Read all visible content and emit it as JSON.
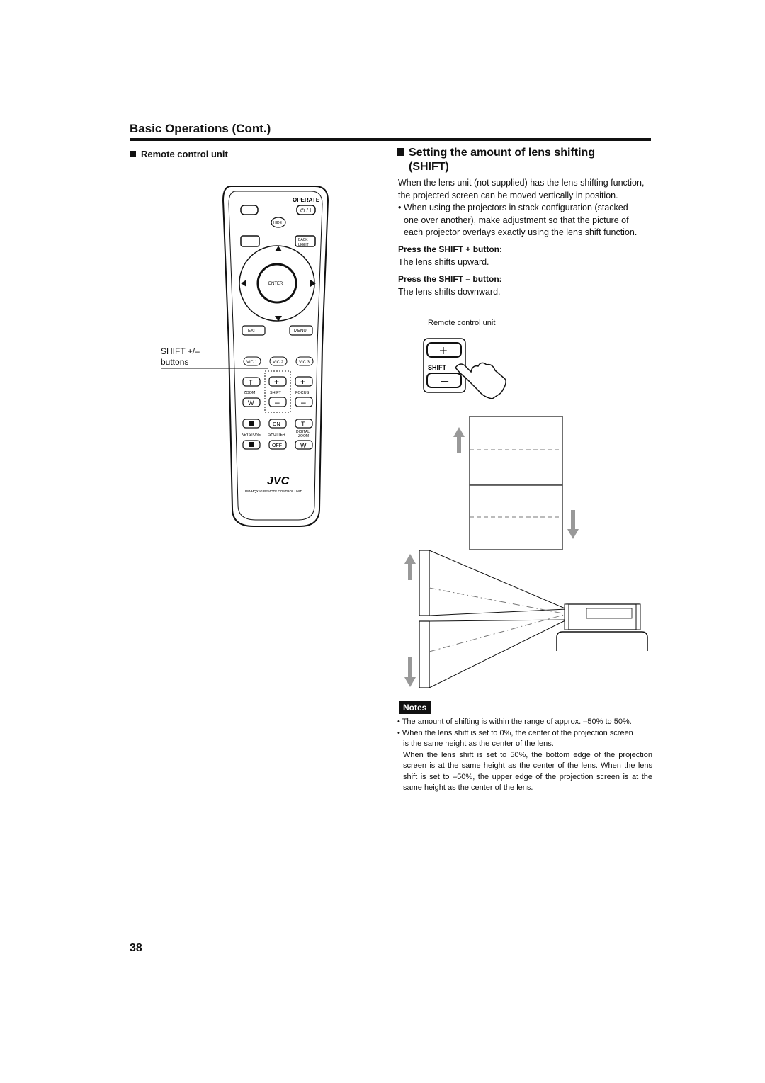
{
  "header": {
    "section_title": "Basic Operations (Cont.)"
  },
  "left": {
    "heading": "Remote control unit",
    "callout": {
      "line1": "SHIFT +/–",
      "line2": "buttons"
    },
    "remote": {
      "operate": "OPERATE",
      "power_symbol": "⏻ / I",
      "hide": "HIDE",
      "back_light_1": "BACK",
      "back_light_2": "LIGHT",
      "enter": "ENTER",
      "exit": "EXIT",
      "menu": "MENU",
      "vic1": "VIC 1",
      "vic2": "VIC 2",
      "vic3": "VIC 3",
      "t": "T",
      "w": "W",
      "plus": "+",
      "minus": "–",
      "zoom": "ZOOM",
      "shift": "SHIFT",
      "focus": "FOCUS",
      "on": "ON",
      "off": "OFF",
      "keystone": "KEYSTONE",
      "shutter": "SHUTTER",
      "digital_zoom_1": "DIGITAL",
      "digital_zoom_2": "ZOOM",
      "brand": "JVC",
      "model": "RM-MQX1G REMOTE CONTROL UNIT"
    }
  },
  "right": {
    "heading_line1": "Setting the amount of lens shifting",
    "heading_line2": "(SHIFT)",
    "intro_line1": "When the lens unit (not supplied) has the lens shifting function,",
    "intro_line2": "the projected screen can be moved vertically in position.",
    "bullet_line1": "• When using the projectors in stack configuration (stacked",
    "bullet_line2": "one over another), make adjustment so that the picture of",
    "bullet_line3": "each projector overlays exactly using the lens shift function.",
    "plus_title": "Press the SHIFT + button:",
    "plus_text": "The lens shifts upward.",
    "minus_title": "Press the SHIFT – button:",
    "minus_text": "The lens shifts downward.",
    "figure_caption": "Remote control unit",
    "figure_button_label": "SHIFT"
  },
  "notes": {
    "badge": "Notes",
    "n1": "• The amount of shifting is within the range of approx. –50% to 50%.",
    "n2_line1": "• When the lens shift is set to 0%, the center of the projection screen",
    "n2_line2": "is the same height as the center of the lens.",
    "n3": "When the lens shift is set to 50%, the bottom edge of the projection screen is at the same height as the center of the lens. When the lens shift is set to –50%, the upper edge of the projection screen is at the same height as the center of the lens."
  },
  "page_number": "38"
}
